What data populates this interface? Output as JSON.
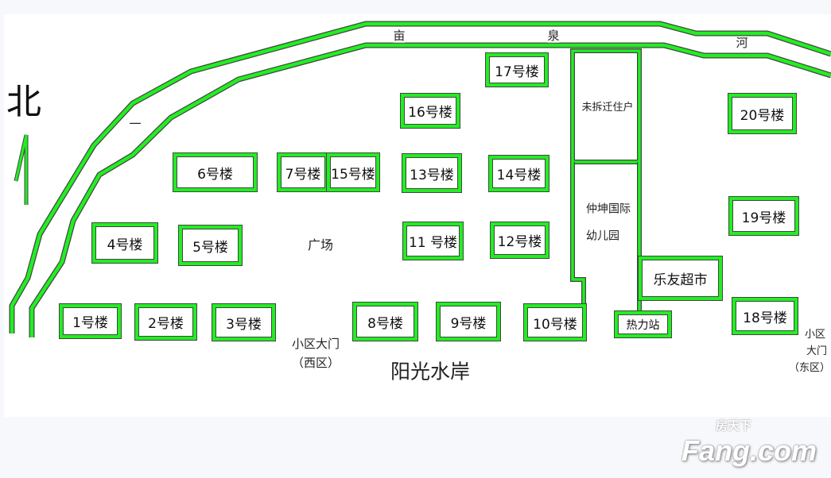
{
  "compass": {
    "label": "北"
  },
  "river": {
    "chars": [
      "一",
      "亩",
      "泉",
      "河"
    ]
  },
  "buildings": {
    "b1": "1号楼",
    "b2": "2号楼",
    "b3": "3号楼",
    "b4": "4号楼",
    "b5": "5号楼",
    "b6": "6号楼",
    "b7": "7号楼",
    "b8": "8号楼",
    "b9": "9号楼",
    "b10": "10号楼",
    "b11": "11 号楼",
    "b12": "12号楼",
    "b13": "13号楼",
    "b14": "14号楼",
    "b15": "15号楼",
    "b16": "16号楼",
    "b17": "17号楼",
    "b18": "18号楼",
    "b19": "19号楼",
    "b20": "20号楼"
  },
  "facilities": {
    "residents": "未拆迁住户",
    "kindergarten_1": "仲坤国际",
    "kindergarten_2": "幼儿园",
    "supermarket": "乐友超市",
    "heating": "热力站",
    "plaza": "广场"
  },
  "gates": {
    "west_1": "小区大门",
    "west_2": "（西区）",
    "east_1": "小区",
    "east_2": "大门",
    "east_3": "（东区）"
  },
  "title": "阳光水岸",
  "watermark": {
    "cn": "房天下",
    "en": "Fang.com"
  },
  "colors": {
    "green": "#22ee22",
    "outline": "#444444"
  }
}
